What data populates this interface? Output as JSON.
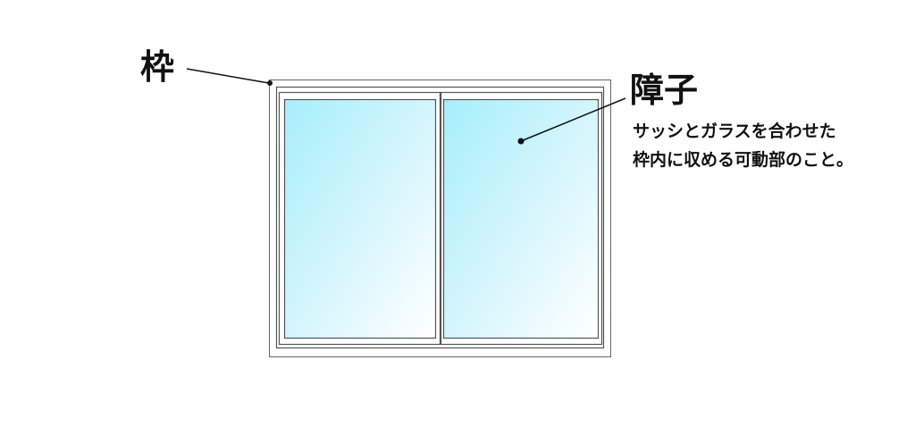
{
  "labels": {
    "frame": "枠",
    "sash": "障子",
    "sash_description": [
      "サッシとガラスを合わせた",
      "枠内に収める可動部のこと。"
    ]
  },
  "colors": {
    "glass_top": "#a6eefc",
    "glass_bottom": "#ffffff",
    "frame_stroke": "#555555",
    "leader_line": "#111111"
  },
  "parts": {
    "panes": [
      "left-pane",
      "right-pane"
    ]
  }
}
